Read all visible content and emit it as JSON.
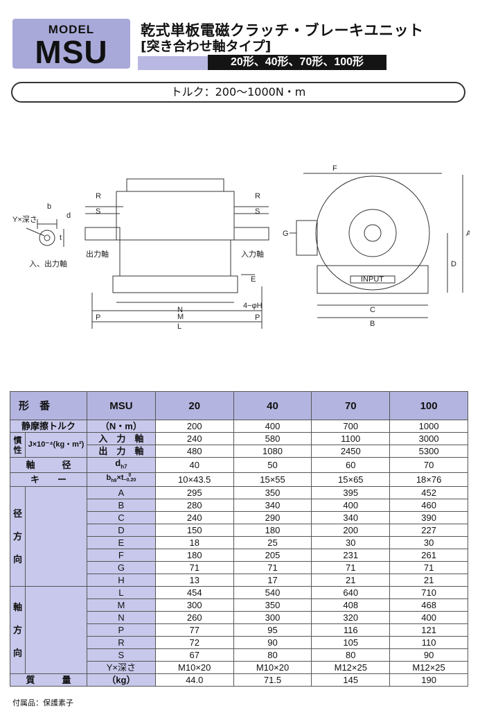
{
  "header": {
    "model_label": "MODEL",
    "model_name": "MSU",
    "title_line1": "乾式単板電磁クラッチ・ブレーキユニット",
    "title_line2": "[突き合わせ軸タイプ]",
    "series": "20形、40形、70形、100形",
    "torque": "トルク：200～1000N・m"
  },
  "drawing": {
    "left": {
      "dims": [
        "R",
        "S",
        "P",
        "N",
        "M",
        "L",
        "E",
        "4−φH",
        "R",
        "S",
        "P"
      ],
      "label_output": "出力軸",
      "label_input": "入力軸"
    },
    "detail": {
      "y_depth": "Y×深さ",
      "b": "b",
      "d": "d",
      "t": "t",
      "caption": "入、出力軸"
    },
    "right": {
      "dims": [
        "F",
        "G",
        "A",
        "D",
        "C",
        "B"
      ],
      "input_plate": "INPUT"
    }
  },
  "table": {
    "header": {
      "c1": "形　番",
      "c2": "MSU",
      "models": [
        "20",
        "40",
        "70",
        "100"
      ]
    },
    "torque": {
      "label": "静摩擦トルク",
      "unit": "（N・m）",
      "values": [
        "200",
        "400",
        "700",
        "1000"
      ]
    },
    "inertia": {
      "group": "慣性",
      "formula": "J×10⁻⁴(kg・m²)",
      "rows": [
        {
          "label": "入　力　軸",
          "values": [
            "240",
            "580",
            "1100",
            "3000"
          ]
        },
        {
          "label": "出　力　軸",
          "values": [
            "480",
            "1080",
            "2450",
            "5300"
          ]
        }
      ]
    },
    "shaft": {
      "label": "軸　　　径",
      "sub": "d",
      "sub2": "h7",
      "values": [
        "40",
        "50",
        "60",
        "70"
      ]
    },
    "key": {
      "label": "キ　　ー",
      "sub": "b",
      "sub2": "h9",
      "sub3": "×t",
      "sub4": "0",
      "sub5": "−0.20",
      "values": [
        "10×43.5",
        "15×55",
        "15×65",
        "18×76"
      ]
    },
    "radial": {
      "group": [
        "径",
        "方",
        "向"
      ],
      "rows": [
        {
          "label": "A",
          "values": [
            "295",
            "350",
            "395",
            "452"
          ]
        },
        {
          "label": "B",
          "values": [
            "280",
            "340",
            "400",
            "460"
          ]
        },
        {
          "label": "C",
          "values": [
            "240",
            "290",
            "340",
            "390"
          ]
        },
        {
          "label": "D",
          "values": [
            "150",
            "180",
            "200",
            "227"
          ]
        },
        {
          "label": "E",
          "values": [
            "18",
            "25",
            "30",
            "30"
          ]
        },
        {
          "label": "F",
          "values": [
            "180",
            "205",
            "231",
            "261"
          ]
        },
        {
          "label": "G",
          "values": [
            "71",
            "71",
            "71",
            "71"
          ]
        },
        {
          "label": "H",
          "values": [
            "13",
            "17",
            "21",
            "21"
          ]
        }
      ]
    },
    "axial": {
      "group": [
        "軸",
        "方",
        "向"
      ],
      "rows": [
        {
          "label": "L",
          "values": [
            "454",
            "540",
            "640",
            "710"
          ]
        },
        {
          "label": "M",
          "values": [
            "300",
            "350",
            "408",
            "468"
          ]
        },
        {
          "label": "N",
          "values": [
            "260",
            "300",
            "320",
            "400"
          ]
        },
        {
          "label": "P",
          "values": [
            "77",
            "95",
            "116",
            "121"
          ]
        },
        {
          "label": "R",
          "values": [
            "72",
            "90",
            "105",
            "110"
          ]
        },
        {
          "label": "S",
          "values": [
            "67",
            "80",
            "80",
            "90"
          ]
        },
        {
          "label": "Y×深さ",
          "values": [
            "M10×20",
            "M10×20",
            "M12×25",
            "M12×25"
          ]
        }
      ]
    },
    "mass": {
      "label": "質　　　量",
      "unit": "（kg）",
      "values": [
        "44.0",
        "71.5",
        "145",
        "190"
      ]
    }
  },
  "footnote": "付属品：保護素子"
}
